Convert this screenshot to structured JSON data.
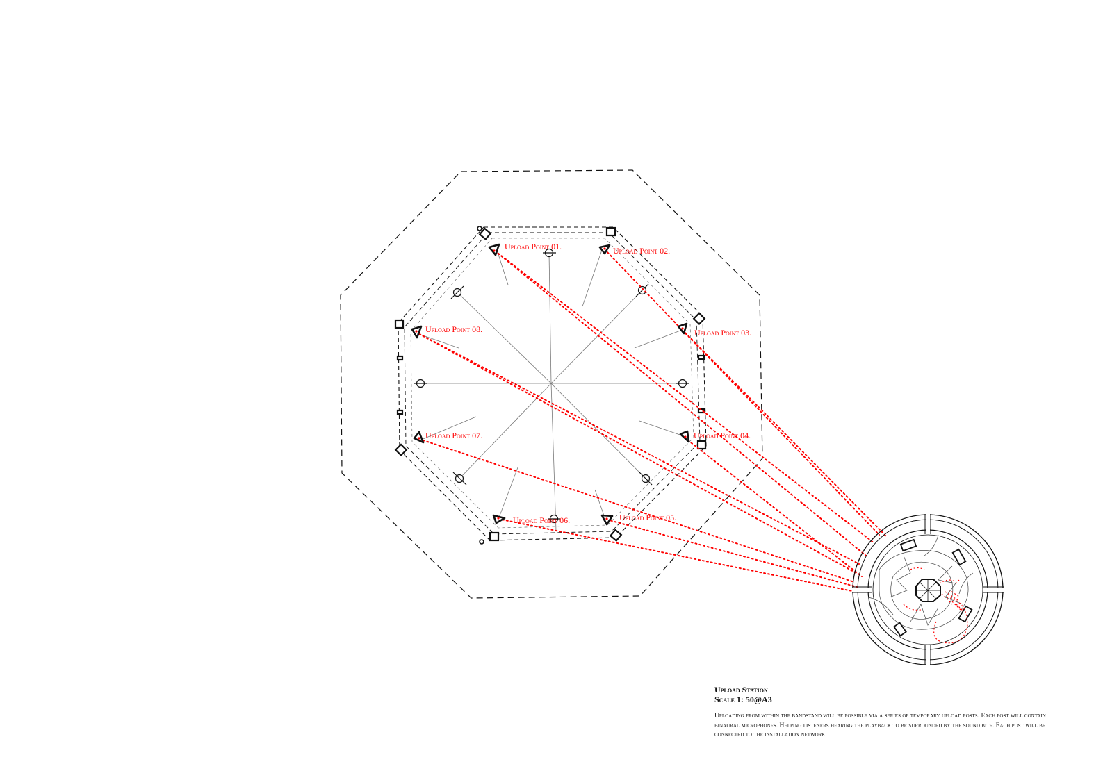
{
  "upload_points": [
    "Upload Point 01.",
    "Upload Point 02.",
    "Upload Point 03.",
    "Upload Point 04.",
    "Upload Point 05.",
    "Upload Point 06.",
    "Upload Point 07.",
    "Upload Point 08."
  ],
  "caption": {
    "title": "Upload Station",
    "scale": "Scale 1: 50@A3",
    "body": "Uploading from within the bandstand will be possible via a series of temporary upload posts. Each post will contain binaural microphones. Helping listeners hearing the playback to be surrounded by the sound bite. Each post will be connected to the installation network."
  },
  "colors": {
    "link_line": "#ff0000",
    "label_text": "#ff0000",
    "ink": "#111111"
  },
  "icons": [
    "upload-point-marker-icon",
    "post-square-icon",
    "column-circle-icon"
  ]
}
